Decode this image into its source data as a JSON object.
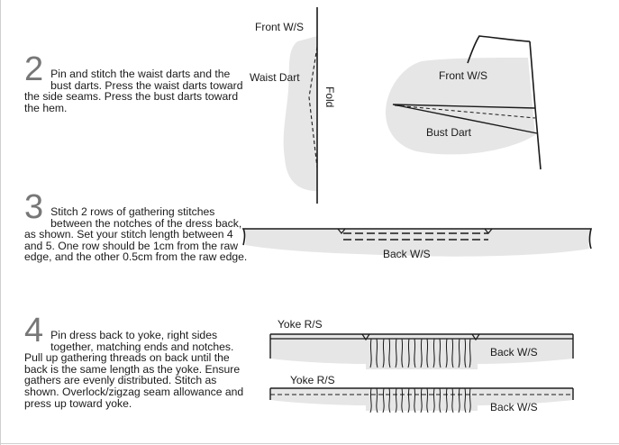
{
  "steps": [
    {
      "number": "2",
      "text": "Pin and stitch the waist darts and the bust darts. Press the waist darts toward the side seams. Press the bust darts toward the hem."
    },
    {
      "number": "3",
      "text": "Stitch 2 rows of gathering stitches between the notches of the dress back, as shown. Set your stitch length between 4 and 5. One row should be 1cm from the raw edge, and the other 0.5cm from the raw edge."
    },
    {
      "number": "4",
      "text": "Pin dress back to yoke, right sides together, matching ends and notches. Pull up gathering threads on back until the back is the same length as the yoke. Ensure gathers are evenly distributed. Stitch as shown. Overlock/zigzag seam allowance and press up toward yoke."
    }
  ],
  "diagram_labels": {
    "front_ws_left": "Front W/S",
    "waist_dart": "Waist Dart",
    "fold": "Fold",
    "front_ws_right": "Front W/S",
    "bust_dart": "Bust Dart",
    "back_ws_step3": "Back W/S",
    "yoke_rs_1": "Yoke R/S",
    "back_ws_1": "Back W/S",
    "yoke_rs_2": "Yoke R/S",
    "back_ws_2": "Back W/S"
  }
}
